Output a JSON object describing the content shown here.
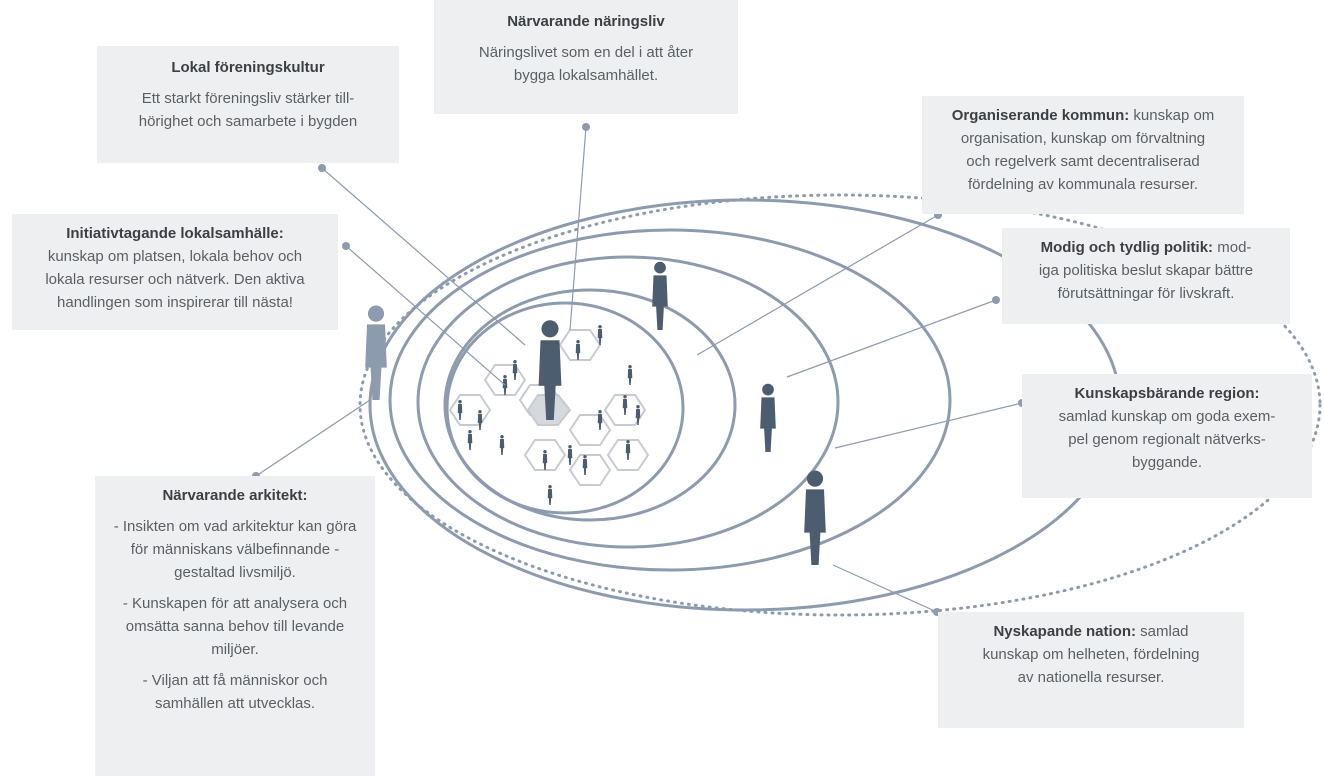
{
  "boxes": {
    "naringsliv": {
      "title": "Närvarande näringsliv",
      "lines": [
        "Näringslivet som en del i att åter",
        "bygga lokalsamhället."
      ]
    },
    "forening": {
      "title": "Lokal föreningskultur",
      "lines": [
        "Ett starkt föreningsliv stärker till-",
        "hörighet och samarbete i bygden"
      ]
    },
    "kommun": {
      "title": "Organiserande kommun:",
      "lines": [
        " kunskap om",
        "organisation, kunskap om förvaltning",
        "och regelverk samt decentraliserad",
        "fördelning av kommunala resurser."
      ]
    },
    "lokalsamhalle": {
      "title": "Initiativtagande lokalsamhälle:",
      "lines": [
        "kunskap om platsen, lokala behov och",
        "lokala resurser och nätverk. Den aktiva",
        "handlingen som inspirerar till nästa!"
      ]
    },
    "politik": {
      "title": "Modig och tydlig politik:",
      "lines": [
        " mod-",
        "iga politiska beslut skapar bättre",
        "förutsättningar för livskraft."
      ]
    },
    "region": {
      "title": "Kunskapsbärande region:",
      "lines": [
        "samlad kunskap om goda exem-",
        "pel genom regionalt nätverks-",
        "byggande."
      ]
    },
    "arkitekt": {
      "title": "Närvarande arkitekt:",
      "paragraphs": [
        "- Insikten om vad arkitektur kan göra för människans välbefinnande - gestaltad livsmiljö.",
        "- Kunskapen för att analysera och omsätta sanna behov till levande miljöer.",
        "- Viljan att få människor och samhällen att utvecklas."
      ]
    },
    "nation": {
      "title": "Nyskapande nation:",
      "lines": [
        " samlad",
        "kunskap om helheten, fördelning",
        "av nationella resurser."
      ]
    }
  },
  "colors": {
    "box_bg": "#eeeff0",
    "ring": "#8c9bad",
    "dot": "#8c9bad",
    "figure": "#4d5d70",
    "hex_fill": "#d5d9de",
    "hex_stroke": "#c7cbd1",
    "title_text": "#3c4046",
    "body_text": "#5a5f66"
  },
  "icons": [
    "person-figure-icon",
    "hexagon-cell-icon"
  ]
}
